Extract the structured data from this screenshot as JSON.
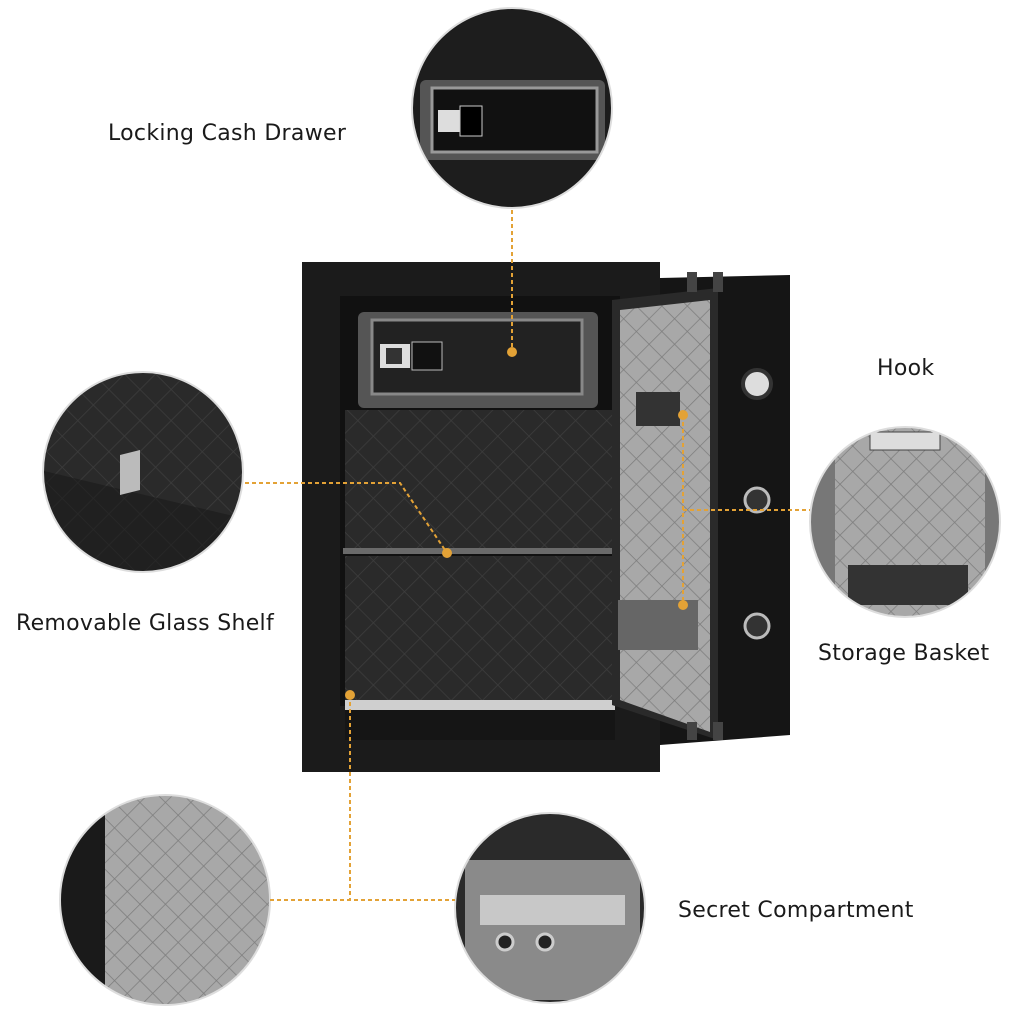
{
  "callouts": {
    "cash_drawer": "Locking Cash Drawer",
    "hook": "Hook",
    "glass_shelf": "Removable Glass Shelf",
    "storage_basket": "Storage Basket",
    "secret_compartment": "Secret Compartment"
  },
  "colors": {
    "accent": "#e3a236",
    "safe_body": "#1b1b1b",
    "door_panel": "#9a9a9a"
  }
}
